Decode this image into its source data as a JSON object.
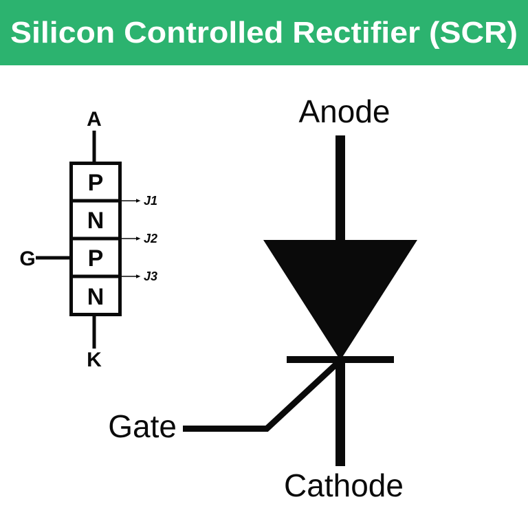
{
  "header": {
    "title": "Silicon Controlled Rectifier (SCR)"
  },
  "colors": {
    "header_bg": "#2cb36f",
    "header_text": "#ffffff",
    "ink": "#0a0a0a"
  },
  "layer_diagram": {
    "anode_terminal": "A",
    "gate_terminal": "G",
    "cathode_terminal": "K",
    "layers": [
      "P",
      "N",
      "P",
      "N"
    ],
    "junctions": [
      "J1",
      "J2",
      "J3"
    ]
  },
  "symbol": {
    "anode_label": "Anode",
    "gate_label": "Gate",
    "cathode_label": "Cathode"
  }
}
